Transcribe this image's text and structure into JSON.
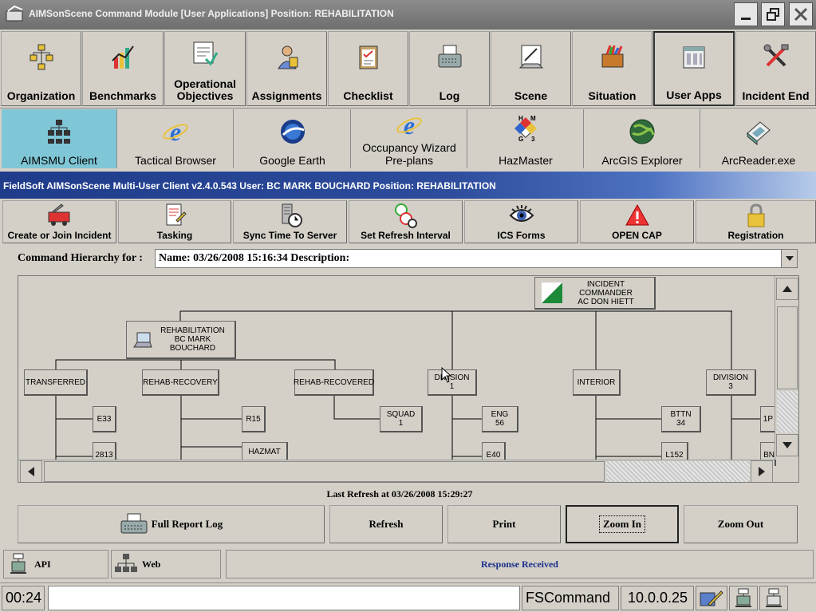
{
  "window": {
    "title": "AIMSonScene Command Module [User Applications] Position: REHABILITATION"
  },
  "modules": [
    {
      "label": "Organization",
      "icon": "org-chart-icon"
    },
    {
      "label": "Benchmarks",
      "icon": "benchmark-chart-icon"
    },
    {
      "label": "Operational Objectives",
      "icon": "objectives-icon"
    },
    {
      "label": "Assignments",
      "icon": "assignments-icon"
    },
    {
      "label": "Checklist",
      "icon": "checklist-icon"
    },
    {
      "label": "Log",
      "icon": "typewriter-icon"
    },
    {
      "label": "Scene",
      "icon": "scene-drawing-icon"
    },
    {
      "label": "Situation",
      "icon": "situation-icon"
    },
    {
      "label": "User Apps",
      "icon": "user-apps-icon"
    },
    {
      "label": "Incident End",
      "icon": "tools-icon"
    }
  ],
  "apps": [
    {
      "label": "AIMSMU Client",
      "icon": "aimsmu-client-icon"
    },
    {
      "label": "Tactical Browser",
      "icon": "ie-icon"
    },
    {
      "label": "Google Earth",
      "icon": "google-earth-icon"
    },
    {
      "label": "Occupancy Wizard Pre-plans",
      "icon": "ie-icon"
    },
    {
      "label": "HazMaster",
      "icon": "hazmat-icon"
    },
    {
      "label": "ArcGIS Explorer",
      "icon": "globe-icon"
    },
    {
      "label": "ArcReader.exe",
      "icon": "arcreader-icon"
    }
  ],
  "client_banner": "FieldSoft AIMSonScene Multi-User Client v2.4.0.543   User: BC MARK BOUCHARD   Position: REHABILITATION",
  "client_tools": [
    {
      "label": "Create or Join Incident"
    },
    {
      "label": "Tasking"
    },
    {
      "label": "Sync Time To Server"
    },
    {
      "label": "Set Refresh Interval"
    },
    {
      "label": "ICS Forms"
    },
    {
      "label": "OPEN CAP"
    },
    {
      "label": "Registration"
    }
  ],
  "hierarchy": {
    "label": "Command Hierarchy for :",
    "selected": "Name: 03/26/2008 15:16:34 Description:"
  },
  "nodes": {
    "ic": [
      "INCIDENT",
      "COMMANDER",
      "AC DON HIETT"
    ],
    "rehab": [
      "REHABILITATION",
      "BC MARK",
      "BOUCHARD"
    ],
    "transferred": "TRANSFERRED",
    "rehab_recovery": "REHAB-RECOVERY",
    "rehab_recovered": "REHAB-RECOVERED",
    "division1": [
      "DIVISION",
      "1"
    ],
    "interior": "INTERIOR",
    "division3": [
      "DIVISION",
      "3"
    ],
    "e33": "E33",
    "r15": "R15",
    "squad1": [
      "SQUAD",
      "1"
    ],
    "eng56": [
      "ENG",
      "56"
    ],
    "bttn34": [
      "BTTN",
      "34"
    ],
    "n2813": "2813",
    "hazmat": "HAZMAT",
    "e40": "E40",
    "l152": "L152",
    "partial1": "1P",
    "partial2": "BN"
  },
  "last_refresh": "Last Refresh at 03/26/2008 15:29:27",
  "actions": {
    "full_report_log": "Full Report Log",
    "refresh": "Refresh",
    "print": "Print",
    "zoom_in": "Zoom In",
    "zoom_out": "Zoom Out"
  },
  "status": {
    "api": "API",
    "web": "Web",
    "message": "Response Received",
    "message_color": "#1a2f8a"
  },
  "taskbar": {
    "time": "00:24",
    "input_value": "",
    "app": "FSCommand",
    "ip": "10.0.0.25"
  }
}
